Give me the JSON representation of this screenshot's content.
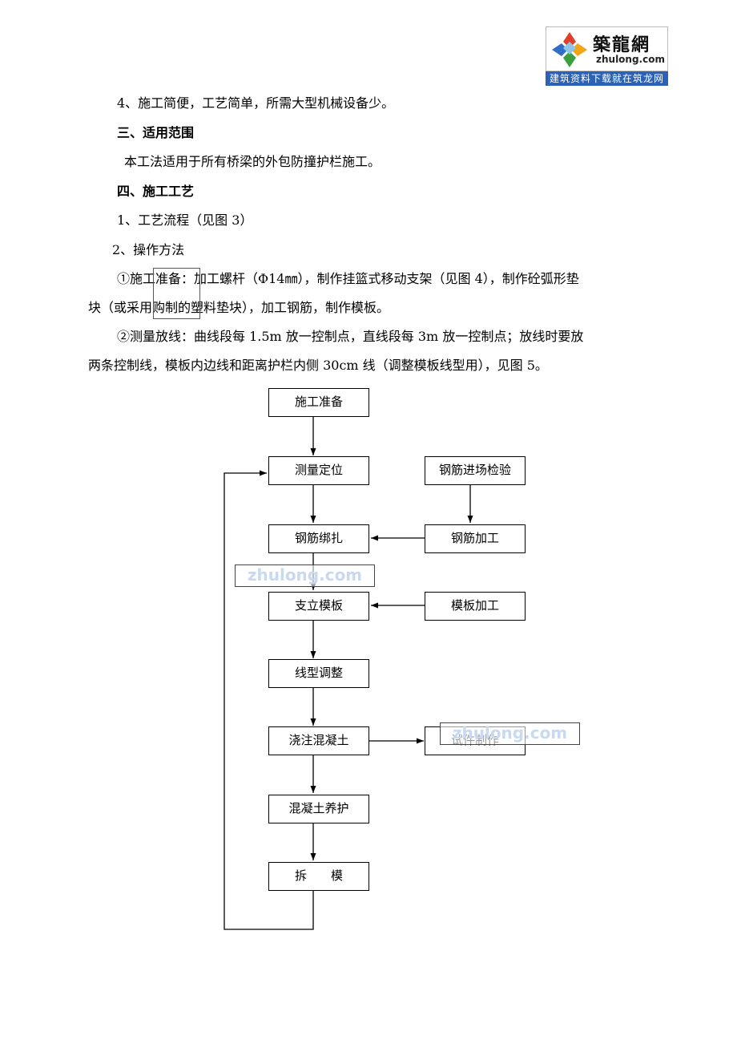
{
  "logo": {
    "brand_cn": "築龍網",
    "brand_en": "zhulong.com",
    "slogan": "建筑资料下载就在筑龙网",
    "mark_icon": "pinwheel-logo-icon"
  },
  "text": {
    "item4": "4、施工简便，工艺简单，所需大型机械设备少。",
    "heading3": "三、适用范围",
    "scope": "本工法适用于所有桥梁的外包防撞护栏施工。",
    "heading4": "四、施工工艺",
    "sub1": "1、工艺流程（见图 3）",
    "sub2": "2、操作方法",
    "p1_line1": "①施工准备：加工螺杆（Φ14㎜），制作挂篮式移动支架（见图 4），制作砼弧形垫",
    "p1_line2": "块（或采用购制的塑料垫块），加工钢筋，制作模板。",
    "p2_line1": "②测量放线：曲线段每 1.5m 放一控制点，直线段每 3m 放一控制点；放线时要放",
    "p2_line2": "两条控制线，模板内边线和距离护栏内侧 30cm 线（调整模板线型用），见图 5。"
  },
  "flowchart": {
    "main": [
      "施工准备",
      "测量定位",
      "钢筋绑扎",
      "支立模板",
      "线型调整",
      "浇注混凝土",
      "混凝土养护",
      "拆　　模"
    ],
    "side": {
      "rebar_inspection": "钢筋进场检验",
      "rebar_processing": "钢筋加工",
      "formwork_processing": "模板加工",
      "sample": "试件制作"
    }
  },
  "watermarks": {
    "text": "zhulong.com"
  }
}
